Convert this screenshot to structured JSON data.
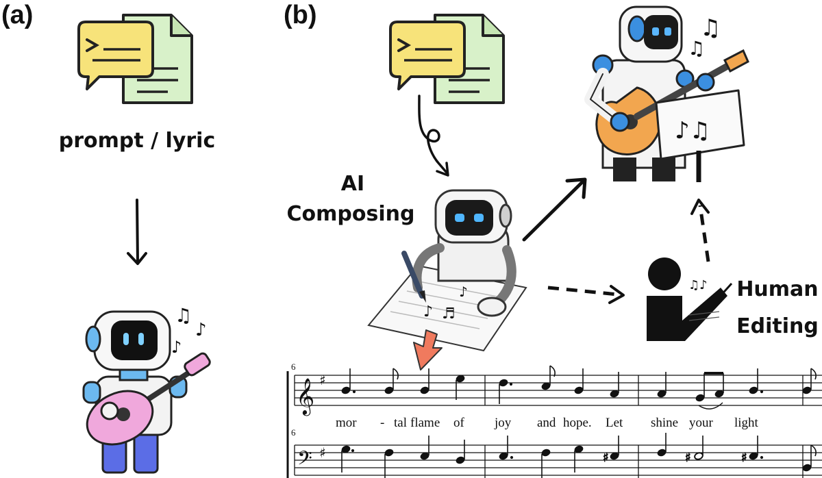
{
  "panels": {
    "a": "(a)",
    "b": "(b)"
  },
  "captions": {
    "prompt": "prompt / lyric",
    "ai_line1": "AI",
    "ai_line2": "Composing",
    "human_line1": "Human",
    "human_line2": "Editing"
  },
  "score": {
    "measure_number": "6",
    "lyrics": [
      "mor",
      "-",
      "tal",
      "flame",
      "of",
      "joy",
      "and",
      "hope.",
      "Let",
      "shine",
      "your",
      "light"
    ]
  },
  "icons": [
    "chat-bubble-icon",
    "document-icon",
    "robot-guitar-icon",
    "robot-writing-icon",
    "person-conducting-icon",
    "music-note-icon",
    "arrow-icon"
  ],
  "colors": {
    "bubble": "#f7e37a",
    "document": "#d8f1c9",
    "robot_accent": "#3b8fe0",
    "guitar_pink": "#f0a8dc",
    "guitar_orange": "#f2a64f",
    "down_arrow": "#f07a5e"
  }
}
